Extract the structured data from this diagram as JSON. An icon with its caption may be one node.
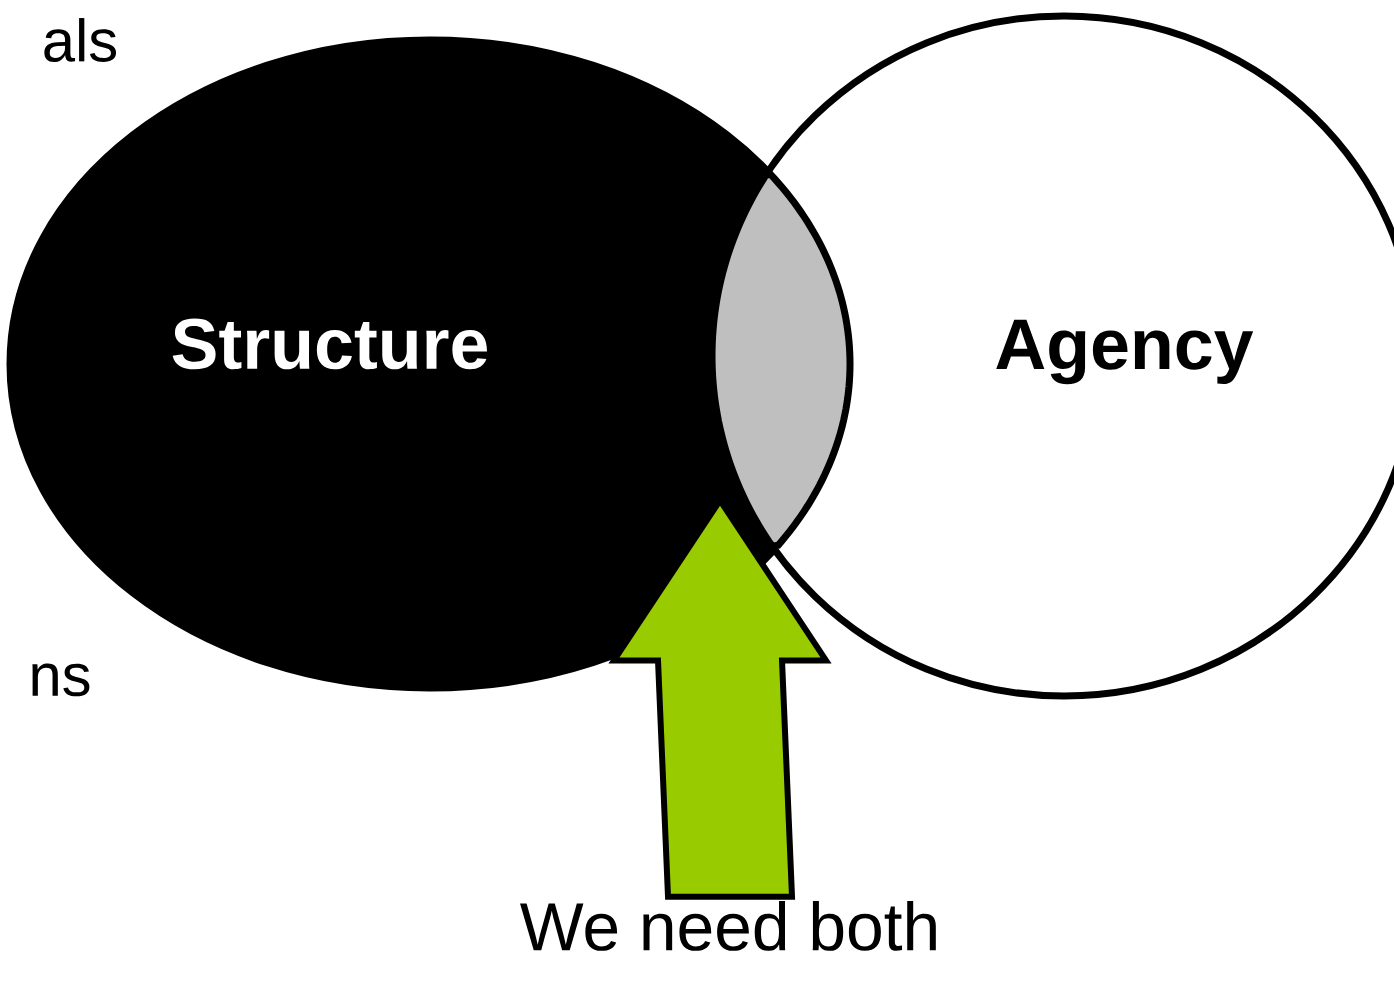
{
  "diagram": {
    "nodes": [
      {
        "text": [
          "Structure"
        ]
      },
      {
        "text": [
          "Agency"
        ]
      },
      {
        "text": [],
        "shape": "lens"
      },
      {
        "text": [
          "We need both"
        ]
      }
    ],
    "edges": [
      {
        "from": 3,
        "to": 2,
        "arrow": "to"
      }
    ],
    "labels": [
      "als",
      "ns"
    ]
  }
}
